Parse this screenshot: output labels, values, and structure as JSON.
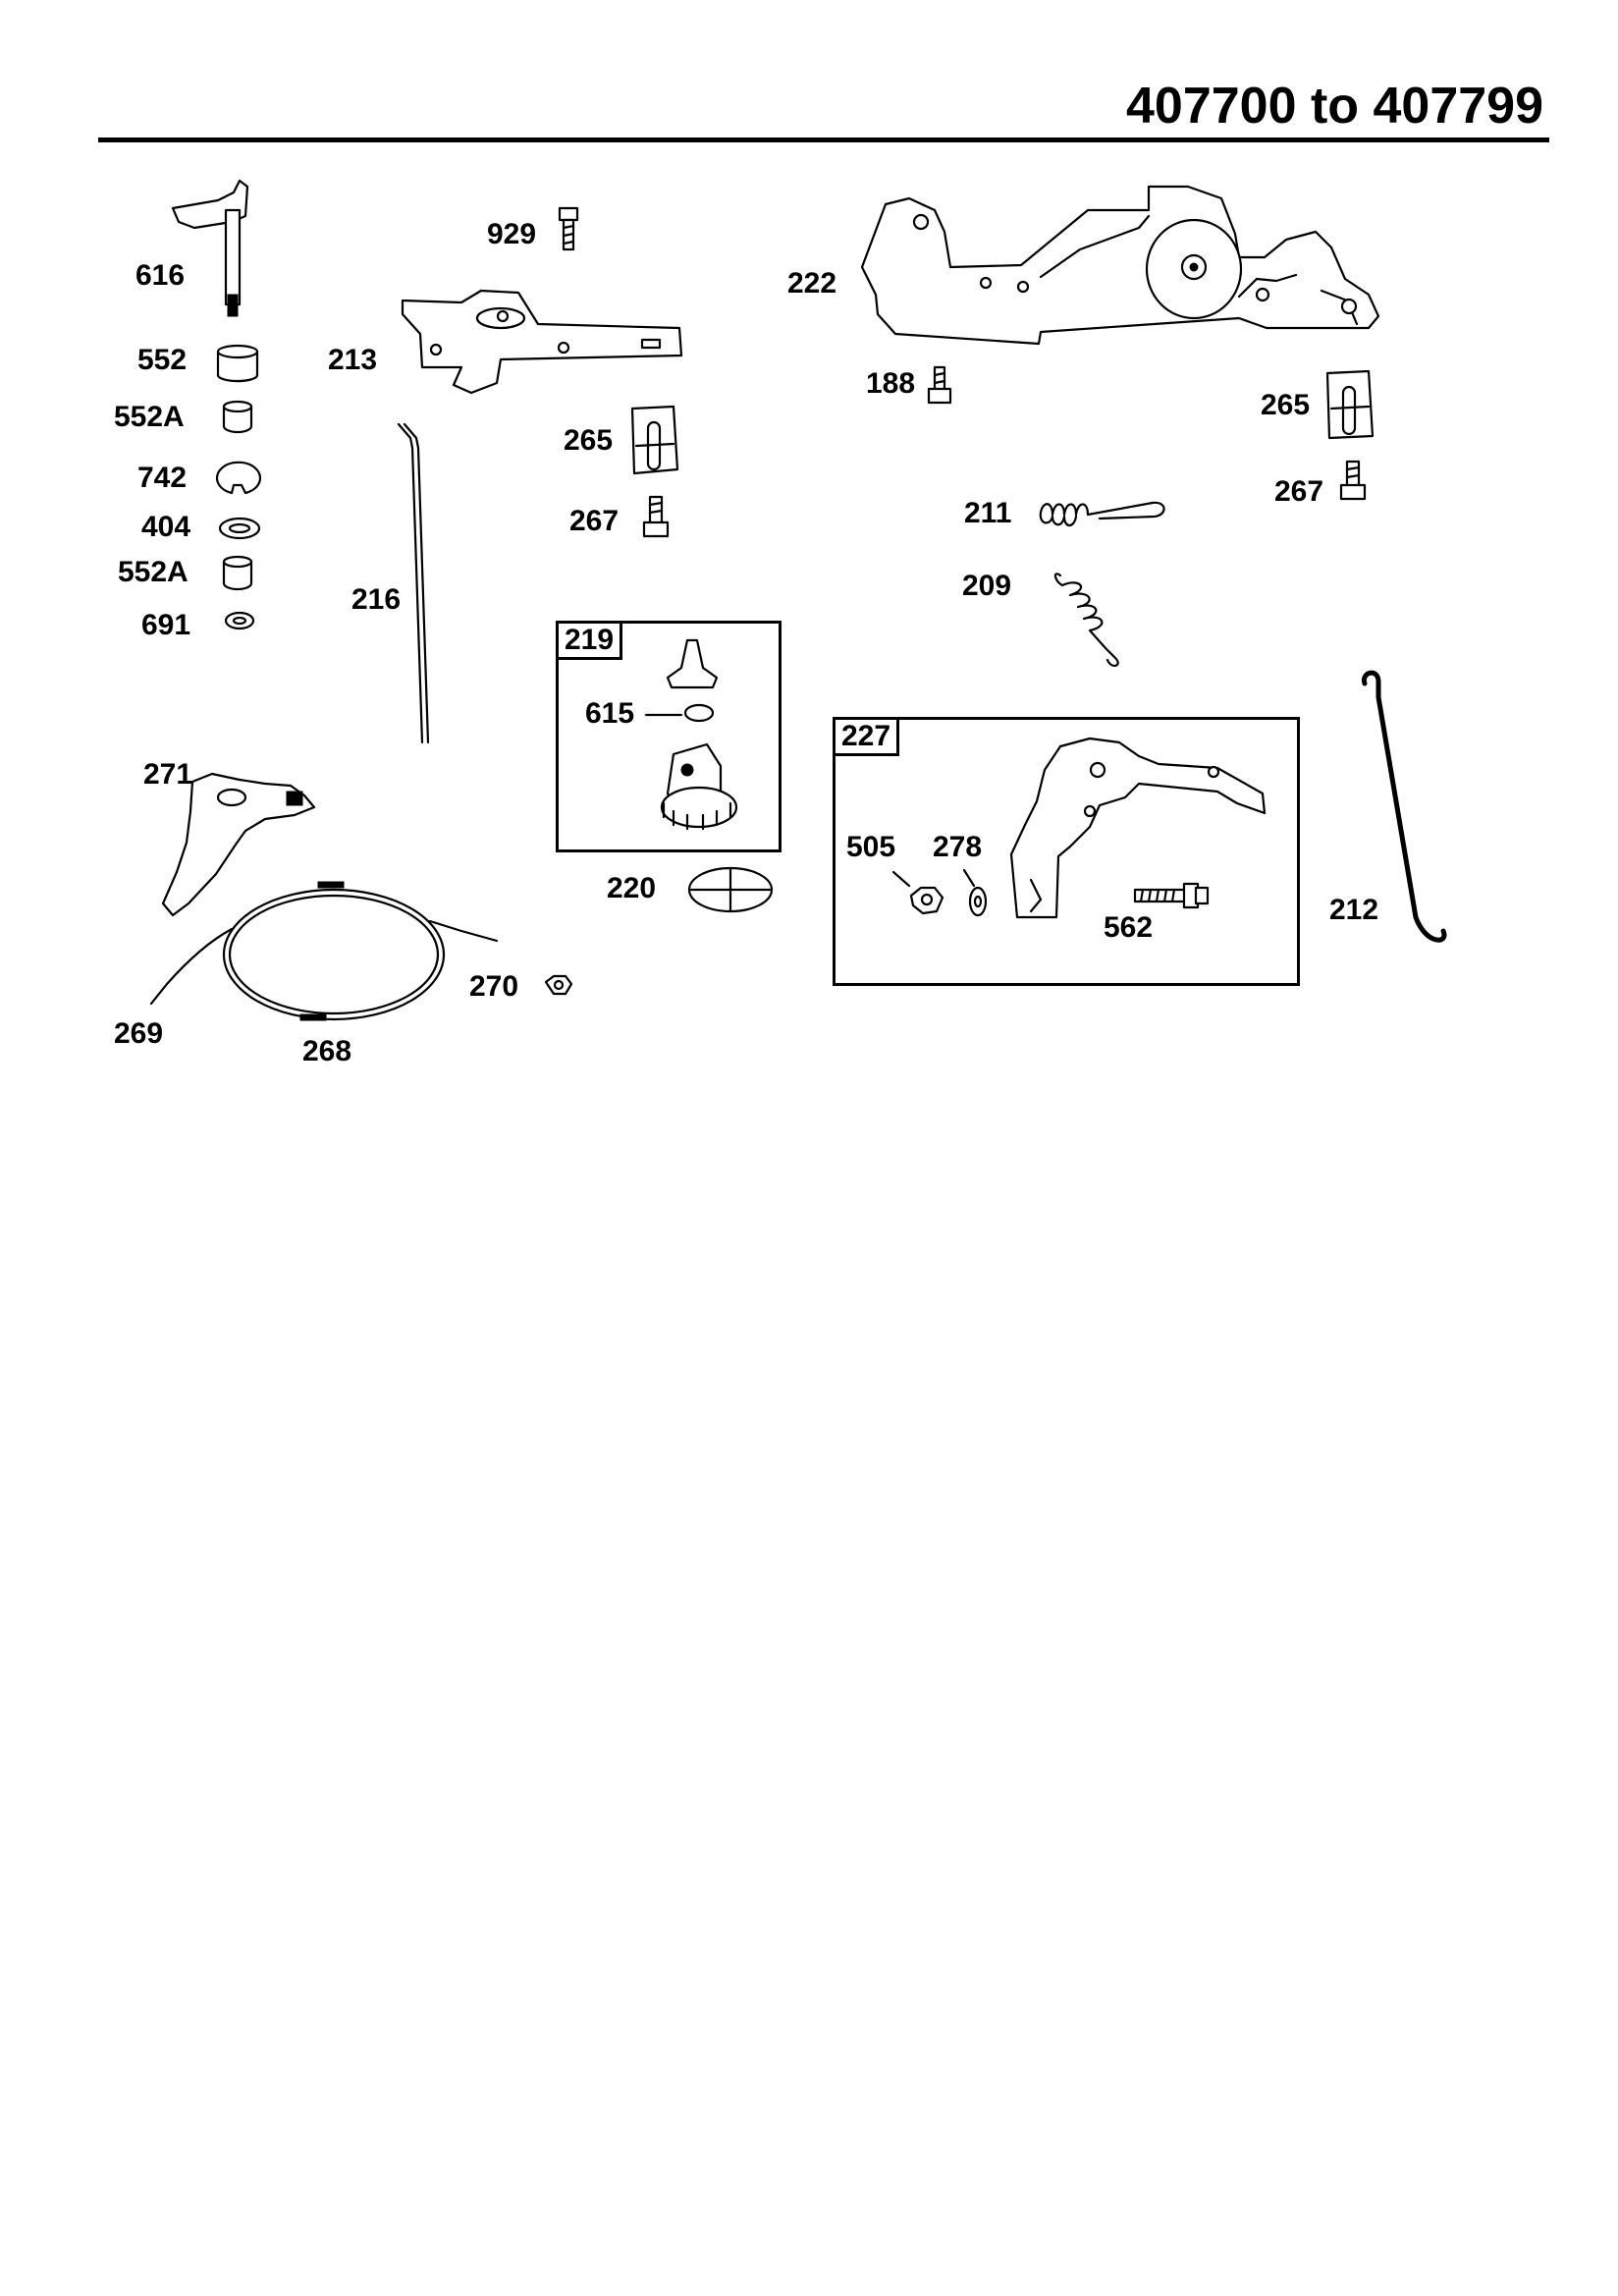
{
  "page": {
    "title": "407700 to 407799"
  },
  "labels": {
    "l616": "616",
    "l552": "552",
    "l552A_1": "552A",
    "l742": "742",
    "l404": "404",
    "l552A_2": "552A",
    "l691": "691",
    "l929": "929",
    "l213": "213",
    "l216": "216",
    "l265_left": "265",
    "l267_left": "267",
    "l222": "222",
    "l188": "188",
    "l265_right": "265",
    "l267_right": "267",
    "l211": "211",
    "l209": "209",
    "l219": "219",
    "l615": "615",
    "l220": "220",
    "l227": "227",
    "l505": "505",
    "l278": "278",
    "l562": "562",
    "l212": "212",
    "l271": "271",
    "l269": "269",
    "l268": "268",
    "l270": "270"
  }
}
